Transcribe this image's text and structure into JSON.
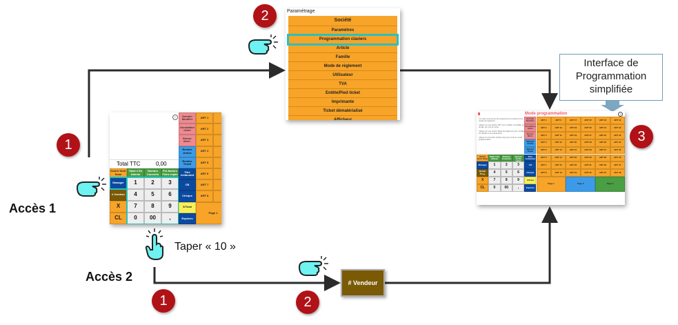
{
  "labels": {
    "access1": "Accès 1",
    "access2": "Accès 2",
    "taper": "Taper « 10 »",
    "callout": [
      "Interface de",
      "Programmation",
      "simplifiée"
    ]
  },
  "badges": {
    "access1_step1": "1",
    "access1_step2": "2",
    "step3": "3",
    "access2_step1": "1",
    "access2_step2": "2"
  },
  "menu": {
    "title": "Paramétrage",
    "items": [
      "Société",
      "Paramètres",
      "Programmation claviers",
      "Article",
      "Famille",
      "Mode de règlement",
      "Utilisateur",
      "TVA",
      "Entête/Pied ticket",
      "Imprimante",
      "Ticket dématérialisé",
      "Afficheur"
    ],
    "selected": "Programmation claviers"
  },
  "pos": {
    "total_label": "Total TTC",
    "total_value": "0,00",
    "info_icon": "info-icon",
    "func_row": [
      "Ouvrir tiroir Scan",
      "Table # En Attente",
      "Nombre Couverts",
      "Pré-facture Fiche repas"
    ],
    "left_keys": [
      "Manager",
      "# Vendeur",
      "X",
      "CL"
    ],
    "numpad": [
      "1",
      "2",
      "3",
      "4",
      "5",
      "6",
      "7",
      "8",
      "9",
      "0",
      "00",
      ","
    ],
    "side_keys": [
      "Annuler Modifier",
      "Annulation ticket",
      "Retour Mrch.",
      "Remise Article",
      "Remise Ticket",
      "Titre restaurant",
      "CB",
      "Chèque",
      "S/Total",
      "Espèces"
    ],
    "articles": [
      "ART 1",
      "ART 2",
      "ART 3",
      "ART 4",
      "ART 5",
      "ART 6",
      "ART 7",
      "ART 8"
    ],
    "page": "Page 1"
  },
  "vendeur_button": "# Vendeur",
  "sim": {
    "title": "Mode programmation",
    "help": [
      "Ce mode vous permet de programmer les articles et les modes de règlement.",
      "Cliquez sur une touche 'ART' pour modifier son libellé, sa famille, son prix de vente...",
      "Cliquez sur une touche 'Mode de règlement' pour modifier son libellé ou ses paramètres.",
      "Cliquez sur la touche 'Quitter prog' pour sortir du mode programmation."
    ],
    "func_row": [
      "Ouvrir tiroir Scan",
      "Table # En Attente",
      "Nombre Couverts",
      "Pré-facture Fiche repas"
    ],
    "left_keys": [
      "Manager",
      "Quitter Prog.",
      "X",
      "CL"
    ],
    "numpad": [
      "1",
      "2",
      "3",
      "4",
      "5",
      "6",
      "7",
      "8",
      "9",
      "0",
      "00",
      ","
    ],
    "side_keys": [
      "Annuler Modifier",
      "Annulation ticket",
      "Retour Mrch.",
      "Remise Article",
      "Remise Ticket",
      "Titre restaurant",
      "CB",
      "Chèque",
      "S/Total",
      "Espèces"
    ],
    "articles": [
      "ART 1",
      "ART 9",
      "ART 17",
      "ART 25",
      "ART 33",
      "ART 41",
      "ART 2",
      "ART 10",
      "ART 18",
      "ART 26",
      "ART 34",
      "ART 42",
      "ART 3",
      "ART 11",
      "ART 19",
      "ART 27",
      "ART 35",
      "ART 43",
      "ART 4",
      "ART 12",
      "ART 20",
      "ART 28",
      "ART 36",
      "ART 44",
      "ART 5",
      "ART 13",
      "ART 21",
      "ART 29",
      "ART 37",
      "ART 45",
      "ART 6",
      "ART 14",
      "ART 22",
      "ART 30",
      "ART 38",
      "ART 46",
      "ART 7",
      "ART 15",
      "ART 23",
      "ART 31",
      "ART 39",
      "ART 47",
      "ART 8",
      "ART 16",
      "ART 24",
      "ART 32",
      "ART 40",
      "ART 48"
    ],
    "pages": [
      "Page 1",
      "Page 2",
      "Page 3"
    ],
    "colors": {
      "page1": "#f7a428",
      "page2": "#3c9be8",
      "page3": "#4a9e44",
      "title": "#f05a6a"
    }
  }
}
